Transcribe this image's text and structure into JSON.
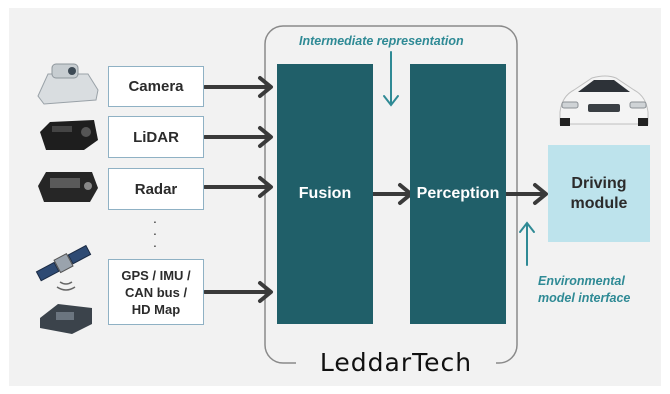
{
  "labels": {
    "intermediate": "Intermediate representation",
    "environmental": "Environmental\nmodel interface"
  },
  "sensors": [
    {
      "label": "Camera"
    },
    {
      "label": "LiDAR"
    },
    {
      "label": "Radar"
    },
    {
      "label": "GPS / IMU /\nCAN bus /\nHD Map"
    }
  ],
  "dots": ".\n.\n.",
  "blocks": {
    "fusion": "Fusion",
    "perception": "Perception",
    "driving": "Driving\nmodule"
  },
  "logo": "LeddarTech",
  "icons": [
    "camera-sensor-icon",
    "lidar-sensor-icon",
    "radar-sensor-icon",
    "satellite-icon",
    "gps-device-icon",
    "car-icon"
  ],
  "colors": {
    "block": "#205f69",
    "driving": "#bde3ec",
    "accent_text": "#2f8a95",
    "arrow": "#3a3a3a",
    "box_border": "#8fb1c4"
  }
}
